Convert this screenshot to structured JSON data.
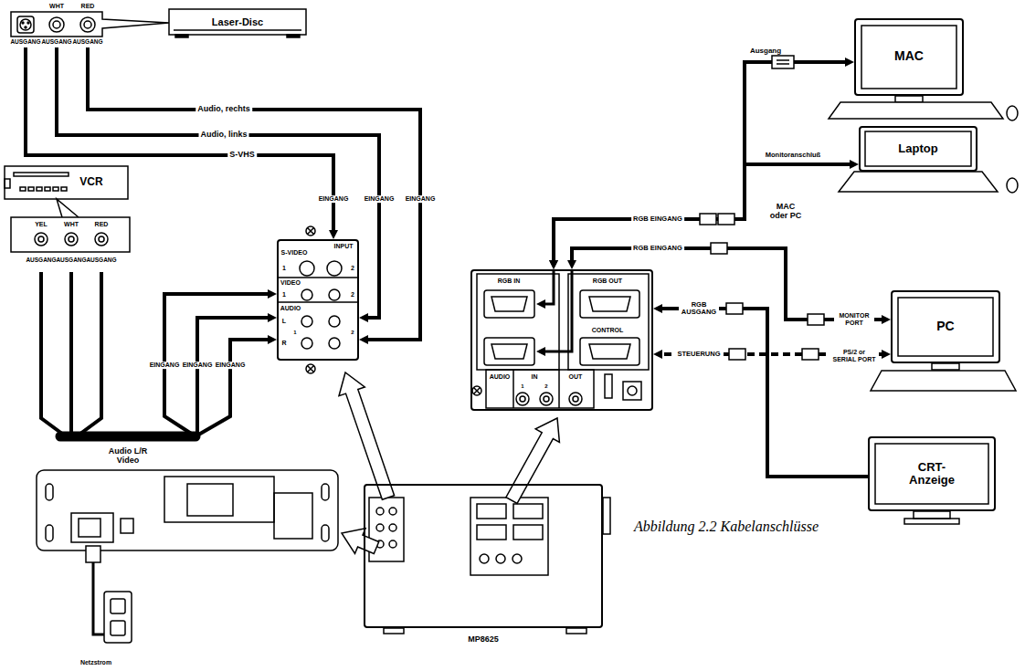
{
  "diagram": {
    "caption": "Abbildung 2.2 Kabelanschlüsse",
    "nodes": [
      {
        "text": [
          "Laser-Disc"
        ]
      },
      {
        "text": [
          "VCR"
        ]
      },
      {
        "text": [
          "INPUT"
        ]
      },
      {
        "text": [
          "RGB IN"
        ]
      },
      {
        "text": [
          "MP8625"
        ]
      },
      {
        "text": [
          "MAC"
        ]
      },
      {
        "text": [
          "Laptop"
        ]
      },
      {
        "text": [
          "PC"
        ]
      },
      {
        "text": [
          "CRT-Anzeige"
        ]
      }
    ],
    "edges": [
      {
        "from": 0,
        "to": 2,
        "arrow": "to",
        "label": "S-VHS"
      },
      {
        "from": 0,
        "to": 2,
        "arrow": "to",
        "label": "Audio, links"
      },
      {
        "from": 0,
        "to": 2,
        "arrow": "to",
        "label": "Audio, rechts"
      },
      {
        "from": 1,
        "to": 2,
        "arrow": "to",
        "label": "Audio L/R Video"
      },
      {
        "from": 5,
        "to": 3,
        "arrow": "both"
      },
      {
        "from": 6,
        "to": 3,
        "arrow": "both"
      },
      {
        "from": 7,
        "to": 3,
        "arrow": "both"
      },
      {
        "from": 7,
        "to": 3,
        "arrow": "both"
      },
      {
        "from": 8,
        "to": 3,
        "arrow": "to"
      }
    ],
    "labels": [
      "WHT",
      "RED",
      "AUSGANG",
      "AUSGANG",
      "AUSGANG",
      "EINGANG",
      "EINGANG",
      "EINGANG",
      "YEL",
      "WHT",
      "RED",
      "AUSGANG",
      "AUSGANG",
      "AUSGANG",
      "EINGANG",
      "EINGANG",
      "EINGANG",
      "S-VIDEO",
      "1",
      "2",
      "VIDEO",
      "1",
      "2",
      "AUDIO",
      "L",
      "1",
      "2",
      "R",
      "RGB OUT",
      "CONTROL",
      "AUDIO",
      "IN",
      "1",
      "2",
      "OUT",
      "Ausgang",
      "Monitoranschluß",
      "MAC oder PC",
      "RGB EINGANG",
      "RGB EINGANG",
      "RGB AUSGANG",
      "STEUERUNG",
      "MONITOR PORT",
      "PS/2 or SERIAL PORT",
      "Netzstrom"
    ]
  }
}
